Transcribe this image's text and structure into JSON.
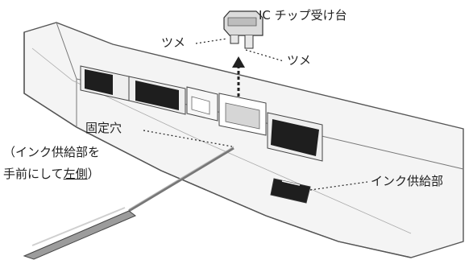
{
  "labels": {
    "chip_holder": "IC チップ受け台",
    "tab_left": "ツメ",
    "tab_right": "ツメ",
    "fixing_hole": "固定穴",
    "note_line1": "（インク供給部を",
    "note_line2_pre": "手前にして",
    "note_line2_under": "左側",
    "note_line2_post": "）",
    "ink_supply": "インク供給部"
  }
}
